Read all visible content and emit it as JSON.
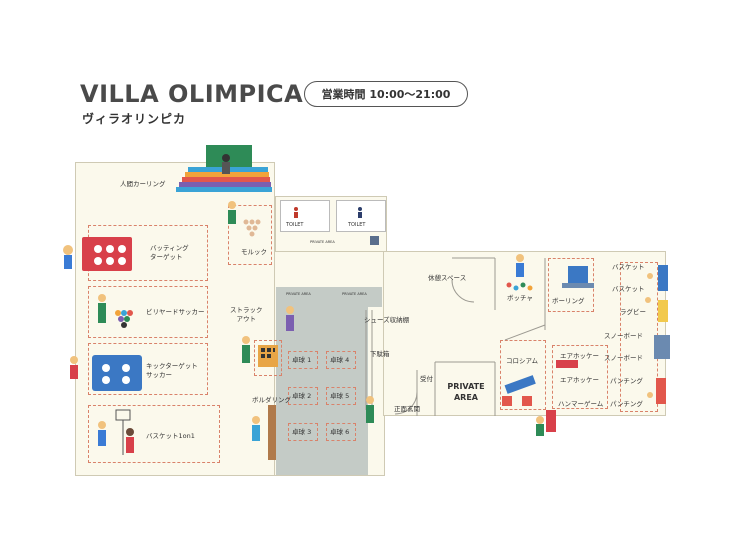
{
  "header": {
    "title": "VILLA OLIMPICA",
    "subtitle": "ヴィラオリンピカ",
    "hours": "営業時間 10:00～21:00"
  },
  "areas": {
    "curling": "人間カーリング",
    "batting": "バッティング\nターゲット",
    "molkky": "モルック",
    "billiard_soccer": "ビリヤードサッカー",
    "kick_target": "キックターゲット\nサッカー",
    "basket_1on1": "バスケット1on1",
    "struck_out": "ストラック\nアウト",
    "bouldering": "ボルダリング",
    "shoe_storage": "シューズ収納棚",
    "shoe_box": "下駄箱",
    "reception": "受付",
    "front_entrance": "正面玄関",
    "private_area": "PRIVATE\nAREA",
    "rest_space": "休憩スペース",
    "bocce": "ボッチャ",
    "bowling": "ボーリング",
    "colosseum": "コロシアム",
    "air_hockey_1": "エアホッケー",
    "air_hockey_2": "エアホッケー",
    "hammer_game": "ハンマーゲーム",
    "basket_1": "バスケット",
    "basket_2": "バスケット",
    "rugby": "ラグビー",
    "snowboard_1": "スノーボード",
    "snowboard_2": "スノーボード",
    "punching_1": "パンチング",
    "punching_2": "パンチング"
  },
  "tables": [
    "卓球 1",
    "卓球 4",
    "卓球 2",
    "卓球 5",
    "卓球 3",
    "卓球 6"
  ],
  "facilities": {
    "toilet_1": "TOILET",
    "toilet_2": "TOILET",
    "private_area_small": "PRIVATE\nAREA",
    "private_area_top1": "PRIVATE\nAREA",
    "private_area_top2": "PRIVATE\nAREA"
  },
  "colors": {
    "floor": "#fbf9ec",
    "table_zone": "#c4cbc6",
    "dashed_zone": "#d9826a",
    "text": "#333333"
  }
}
